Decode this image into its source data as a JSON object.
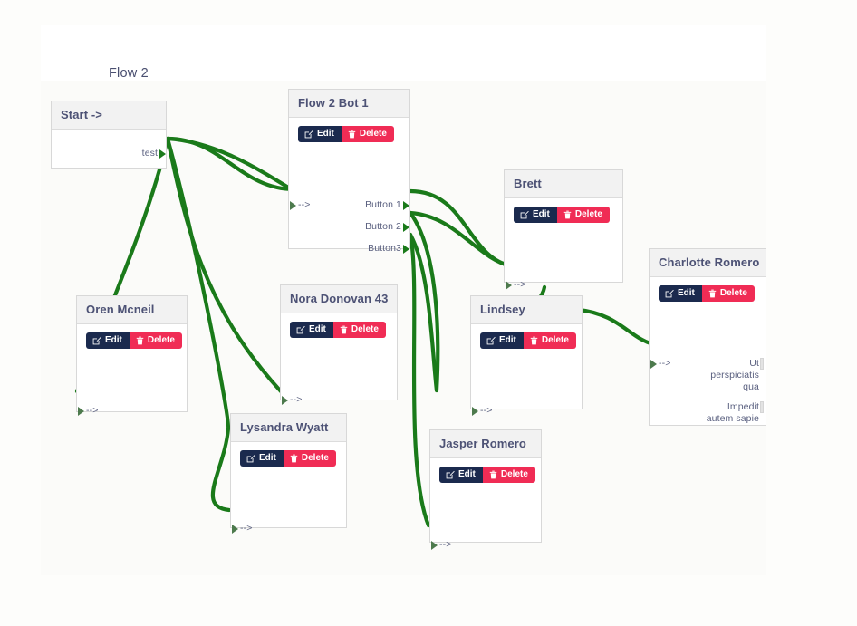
{
  "page": {
    "flow_title": "Flow 2",
    "edge_color": "#1a7a1a",
    "accent_edit": "#1b2a4e",
    "accent_delete": "#f02c55",
    "header_bg": "#f2f2f2",
    "canvas_bg": "#fbfbf9"
  },
  "buttons": {
    "edit_label": "Edit",
    "delete_label": "Delete"
  },
  "nodes": {
    "start": {
      "title": "Start ->",
      "outputs": [
        {
          "label": "test"
        }
      ]
    },
    "bot1": {
      "title": "Flow 2 Bot 1",
      "inputs": [
        {
          "label": "-->"
        }
      ],
      "outputs": [
        {
          "label": "Button 1"
        },
        {
          "label": "Button 2"
        },
        {
          "label": "Button3"
        }
      ]
    },
    "oren": {
      "title": "Oren Mcneil",
      "inputs": [
        {
          "label": "-->"
        }
      ],
      "outputs": []
    },
    "nora": {
      "title": "Nora Donovan 43",
      "inputs": [
        {
          "label": "-->"
        }
      ],
      "outputs": []
    },
    "lysandra": {
      "title": "Lysandra Wyatt",
      "inputs": [
        {
          "label": "-->"
        }
      ],
      "outputs": []
    },
    "jasper": {
      "title": "Jasper Romero",
      "inputs": [
        {
          "label": "-->"
        }
      ],
      "outputs": []
    },
    "brett": {
      "title": "Brett",
      "inputs": [
        {
          "label": "-->"
        }
      ],
      "outputs": []
    },
    "lindsey": {
      "title": "Lindsey",
      "inputs": [
        {
          "label": "-->"
        }
      ],
      "outputs": []
    },
    "charlotte": {
      "title": "Charlotte Romero",
      "inputs": [
        {
          "label": "-->"
        }
      ],
      "outputs": [
        {
          "label": "Ut perspiciatis qua"
        },
        {
          "label": "Impedit autem sapie"
        }
      ]
    }
  }
}
